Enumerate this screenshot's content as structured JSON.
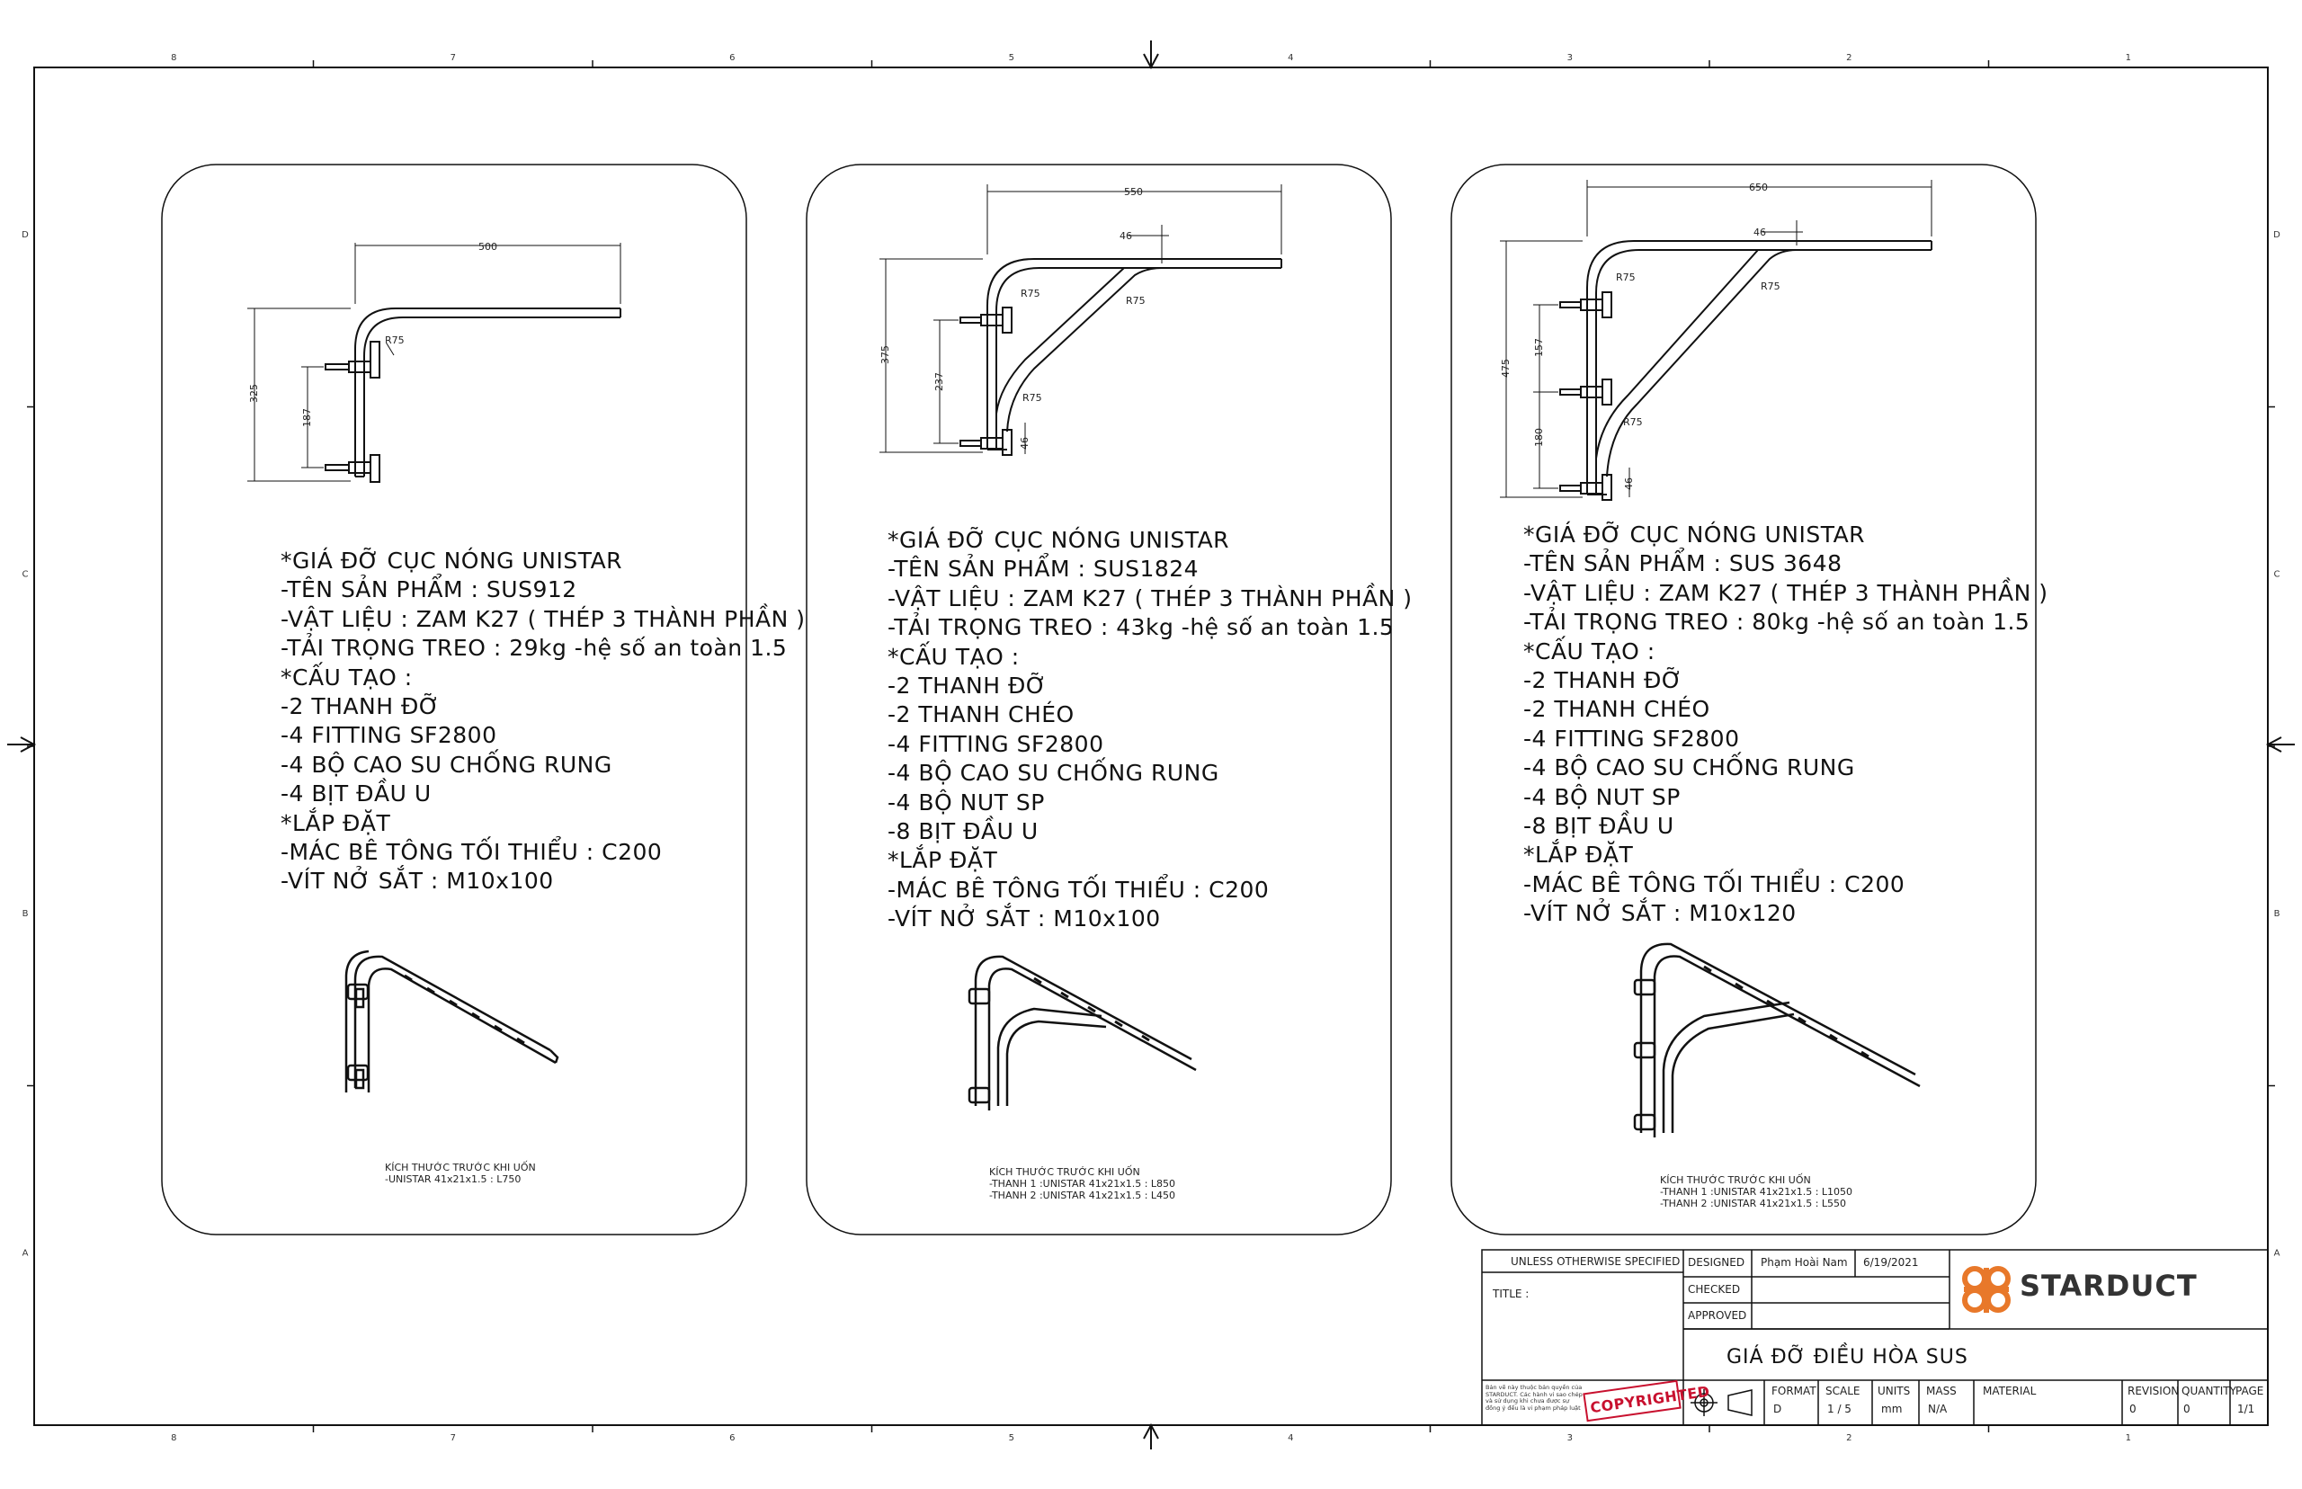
{
  "zones": {
    "columns": [
      "8",
      "7",
      "6",
      "5",
      "4",
      "3",
      "2",
      "1"
    ],
    "rows": [
      "D",
      "C",
      "B",
      "A"
    ]
  },
  "panels": [
    {
      "lines": [
        "*GIÁ ĐỠ CỤC NÓNG UNISTAR",
        "-TÊN SẢN PHẨM : SUS912",
        "-VẬT LIỆU : ZAM K27 ( THÉP 3 THÀNH PHẦN )",
        "-TẢI TRỌNG TREO : 29kg -hệ số an toàn 1.5",
        "*CẤU TẠO :",
        "-2 THANH ĐỠ",
        "-4 FITTING SF2800",
        "-4 BỘ CAO SU CHỐNG RUNG",
        "-4 BỊT ĐẦU U",
        "*LẮP ĐẶT",
        "-MÁC BÊ TÔNG TỐI THIỂU : C200",
        "-VÍT NỞ SẮT : M10x100"
      ],
      "note": [
        "KÍCH THƯỚC TRƯỚC KHI UỐN",
        "-UNISTAR 41x21x1.5 : L750"
      ],
      "dims": {
        "width": "500",
        "height": "325",
        "spacing": "187",
        "radius": "R75"
      }
    },
    {
      "lines": [
        "*GIÁ ĐỠ CỤC NÓNG UNISTAR",
        "-TÊN SẢN PHẨM : SUS1824",
        "-VẬT LIỆU : ZAM K27 ( THÉP 3 THÀNH PHẦN )",
        "-TẢI TRỌNG TREO : 43kg -hệ số an toàn 1.5",
        "*CẤU TẠO :",
        "-2 THANH ĐỠ",
        "-2 THANH CHÉO",
        "-4 FITTING SF2800",
        "-4 BỘ CAO SU CHỐNG RUNG",
        "-4 BỘ NUT SP",
        "-8 BỊT ĐẦU U",
        "*LẮP ĐẶT",
        "-MÁC BÊ TÔNG TỐI THIỂU : C200",
        "-VÍT NỞ SẮT : M10x100"
      ],
      "note": [
        "KÍCH THƯỚC TRƯỚC KHI UỐN",
        "-THANH 1 :UNISTAR 41x21x1.5 : L850",
        "-THANH 2 :UNISTAR 41x21x1.5 : L450"
      ],
      "dims": {
        "width": "550",
        "height": "375",
        "spacing": "237",
        "offset": "46",
        "bottom": "46",
        "radius": "R75"
      }
    },
    {
      "lines": [
        "*GIÁ ĐỠ CỤC NÓNG UNISTAR",
        "-TÊN SẢN PHẨM : SUS 3648",
        "-VẬT LIỆU : ZAM K27 ( THÉP 3 THÀNH PHẦN )",
        "-TẢI TRỌNG TREO : 80kg -hệ số an toàn 1.5",
        "*CẤU TẠO :",
        "-2 THANH ĐỠ",
        "-2 THANH CHÉO",
        "-4 FITTING SF2800",
        "-4 BỘ CAO SU CHỐNG RUNG",
        "-4 BỘ NUT SP",
        "-8 BỊT ĐẦU U",
        "*LẮP ĐẶT",
        "-MÁC BÊ TÔNG TỐI THIỂU : C200",
        "-VÍT NỞ SẮT : M10x120"
      ],
      "note": [
        "KÍCH THƯỚC TRƯỚC KHI UỐN",
        "-THANH 1 :UNISTAR 41x21x1.5 : L1050",
        "-THANH 2 :UNISTAR 41x21x1.5 : L550"
      ],
      "dims": {
        "width": "650",
        "height": "475",
        "spacing1": "157",
        "spacing2": "180",
        "offset": "46",
        "bottom": "46",
        "radius": "R75"
      }
    }
  ],
  "title_block": {
    "unless": "UNLESS OTHERWISE SPECIFIED",
    "title_label": "TITLE :",
    "designed_label": "DESIGNED",
    "designer": "Phạm Hoài Nam",
    "date": "6/19/2021",
    "checked_label": "CHECKED",
    "approved_label": "APPROVED",
    "brand": "STARDUCT",
    "drawing_title": "GIÁ ĐỠ ĐIỀU HÒA SUS",
    "copyright_note": "Bản vẽ này thuộc bản quyền của STARDUCT. Các hành vi sao chép và sử dụng khi chưa được sự đồng ý đều là vi phạm pháp luật",
    "copyright_stamp": "COPYRIGHTED",
    "format_label": "FORMAT",
    "format_value": "D",
    "scale_label": "SCALE",
    "scale_value": "1 / 5",
    "units_label": "UNITS",
    "units_value": "mm",
    "mass_label": "MASS",
    "mass_value": "N/A",
    "material_label": "MATERIAL",
    "revision_label": "REVISION",
    "revision_value": "0",
    "quantity_label": "QUANTITY",
    "quantity_value": "0",
    "page_label": "PAGE",
    "page_value": "1/1"
  },
  "colors": {
    "brand_orange": "#E8782A",
    "stamp_red": "#C8102E",
    "line": "#1a1a1a"
  }
}
